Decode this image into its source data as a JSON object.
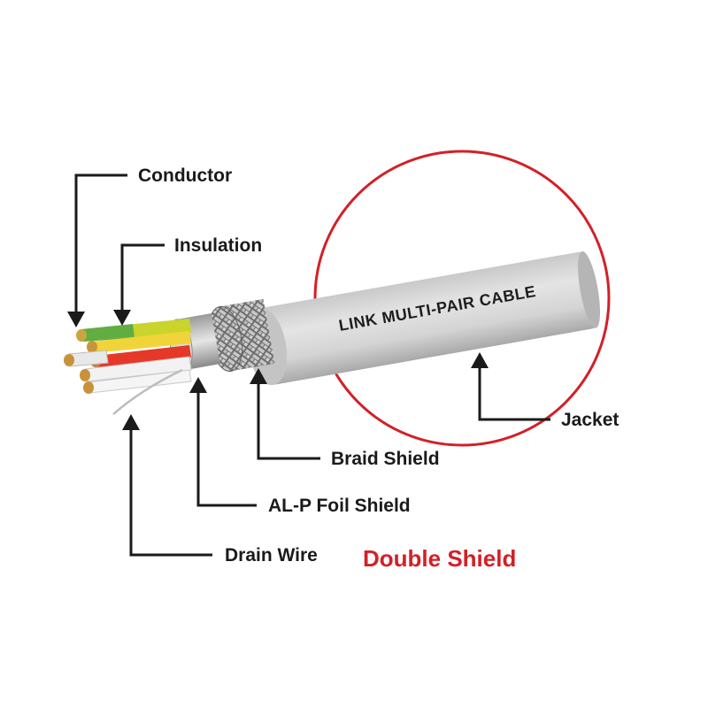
{
  "labels": {
    "conductor": "Conductor",
    "insulation": "Insulation",
    "jacket": "Jacket",
    "braid_shield": "Braid Shield",
    "foil_shield": "AL-P Foil Shield",
    "drain_wire": "Drain Wire"
  },
  "cable_print": "LINK MULTI-PAIR CABLE",
  "caption": "Double Shield",
  "colors": {
    "highlight_circle": "#d32027",
    "caption": "#d32027",
    "jacket": "#d6d6d6",
    "leader": "#1a1a1a"
  }
}
